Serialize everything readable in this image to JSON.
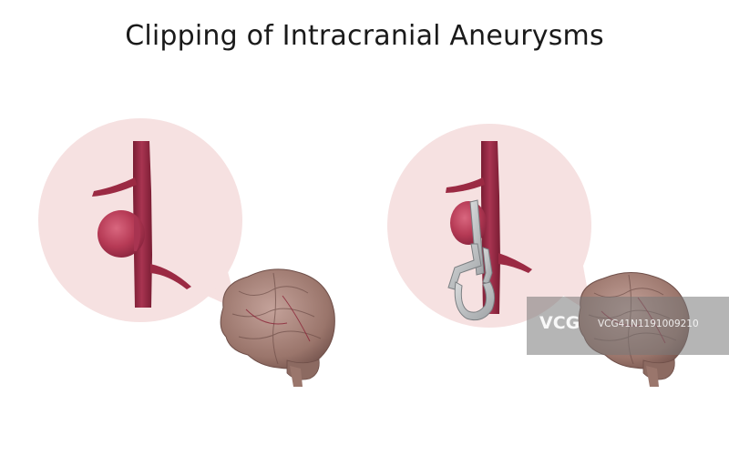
{
  "title": "Clipping of Intracranial Aneurysms",
  "colors": {
    "circle_fill": "#f6e1e1",
    "vessel": "#9b2a43",
    "vessel_dark": "#6e1a2f",
    "aneurysm": "#b83a55",
    "clip": "#b9bcbe",
    "clip_edge": "#7b7f82",
    "brain": "#a9857b",
    "brain_dark": "#6f4f49"
  },
  "icons": [
    "aneurysm-vessel-illustration",
    "surgical-clip-illustration",
    "brain-illustration"
  ],
  "watermark": {
    "logo": "VCG",
    "id": "VCG41N1191009210"
  }
}
